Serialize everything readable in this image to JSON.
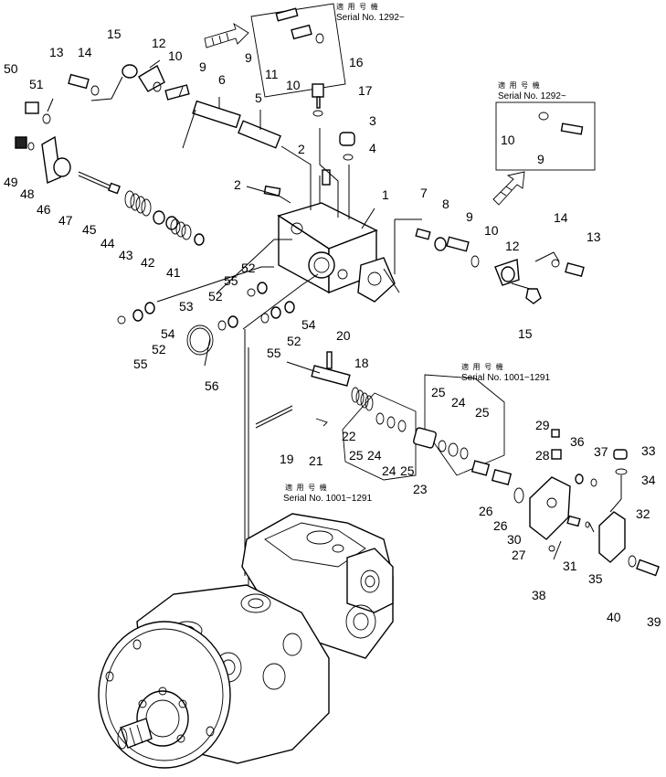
{
  "callouts": [
    {
      "n": "50"
    },
    {
      "n": "51"
    },
    {
      "n": "13"
    },
    {
      "n": "14"
    },
    {
      "n": "15"
    },
    {
      "n": "12"
    },
    {
      "n": "10"
    },
    {
      "n": "9"
    },
    {
      "n": "6"
    },
    {
      "n": "5"
    },
    {
      "n": "9"
    },
    {
      "n": "11"
    },
    {
      "n": "10"
    },
    {
      "n": "16"
    },
    {
      "n": "17"
    },
    {
      "n": "3"
    },
    {
      "n": "4"
    },
    {
      "n": "2"
    },
    {
      "n": "2"
    },
    {
      "n": "1"
    },
    {
      "n": "49"
    },
    {
      "n": "48"
    },
    {
      "n": "46"
    },
    {
      "n": "47"
    },
    {
      "n": "45"
    },
    {
      "n": "44"
    },
    {
      "n": "43"
    },
    {
      "n": "42"
    },
    {
      "n": "41"
    },
    {
      "n": "7"
    },
    {
      "n": "8"
    },
    {
      "n": "9"
    },
    {
      "n": "10"
    },
    {
      "n": "12"
    },
    {
      "n": "14"
    },
    {
      "n": "13"
    },
    {
      "n": "15"
    },
    {
      "n": "10"
    },
    {
      "n": "9"
    },
    {
      "n": "52"
    },
    {
      "n": "55"
    },
    {
      "n": "52"
    },
    {
      "n": "53"
    },
    {
      "n": "54"
    },
    {
      "n": "52"
    },
    {
      "n": "55"
    },
    {
      "n": "54"
    },
    {
      "n": "55"
    },
    {
      "n": "52"
    },
    {
      "n": "56"
    },
    {
      "n": "20"
    },
    {
      "n": "18"
    },
    {
      "n": "25"
    },
    {
      "n": "24"
    },
    {
      "n": "25"
    },
    {
      "n": "22"
    },
    {
      "n": "25"
    },
    {
      "n": "24"
    },
    {
      "n": "24"
    },
    {
      "n": "25"
    },
    {
      "n": "23"
    },
    {
      "n": "21"
    },
    {
      "n": "19"
    },
    {
      "n": "29"
    },
    {
      "n": "28"
    },
    {
      "n": "36"
    },
    {
      "n": "37"
    },
    {
      "n": "33"
    },
    {
      "n": "34"
    },
    {
      "n": "26"
    },
    {
      "n": "26"
    },
    {
      "n": "30"
    },
    {
      "n": "27"
    },
    {
      "n": "31"
    },
    {
      "n": "35"
    },
    {
      "n": "32"
    },
    {
      "n": "38"
    },
    {
      "n": "40"
    },
    {
      "n": "39"
    }
  ],
  "serial_boxes": [
    {
      "jp": "適 用 号 機",
      "en": "Serial No. 1292~"
    },
    {
      "jp": "適 用 号 機",
      "en": "Serial No. 1292~"
    },
    {
      "jp": "適 用 号 機",
      "en": "Serial No. 1001~1291"
    },
    {
      "jp": "適 用 号 機",
      "en": "Serial No. 1001~1291"
    }
  ]
}
